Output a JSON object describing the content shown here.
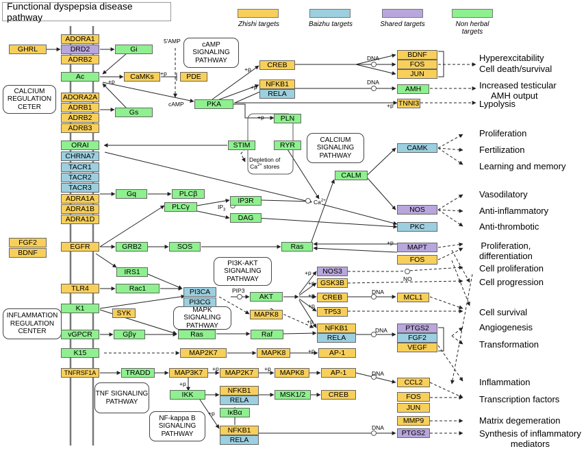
{
  "title": "Functional dyspepsia disease pathway",
  "colors": {
    "zhishi": "#f7cf5a",
    "baizhu": "#9ccfdf",
    "shared": "#b8a6dc",
    "nonherbal": "#8ef08e"
  },
  "legend": [
    {
      "label": "Zhishi targets",
      "color": "#f7cf5a"
    },
    {
      "label": "Baizhu targets",
      "color": "#9ccfdf"
    },
    {
      "label": "Shared targets",
      "color": "#b8a6dc"
    },
    {
      "label": "Non herbal targets",
      "color": "#8ef08e"
    }
  ],
  "pathways": {
    "camp": "cAMP SIGNALING PATHWAY",
    "calcium_center": "CALCIUM REGULATION CETER",
    "calcium_signaling": "CALCIUM SIGNALING PATHWAY",
    "pi3k": "PI3K-AKT SIGNALING PATHWAY",
    "mapk": "MAPK SIGNALING PATHWAY",
    "inflammation": "INFLAMMATION REGULATION CENTER",
    "tnf": "TNF SIGNALING PATHWAY",
    "nfkb": "NF-kappa B SIGNALING PATHWAY"
  },
  "nodes": {
    "ghrl": "GHRL",
    "adora1": "ADORA1",
    "drd2": "DRD2",
    "adrb2a": "ADRB2",
    "gi": "Gi",
    "ac": "Ac",
    "camks": "CaMKs",
    "pde": "PDE",
    "adora2a": "ADORA2A",
    "adrb1": "ADRB1",
    "adrb2b": "ADRB2",
    "adrb3": "ADRB3",
    "gs": "Gs",
    "pka": "PKA",
    "creb1": "CREB",
    "nfkb1a": "NFKB1",
    "rela1": "RELA",
    "bdnf1": "BDNF",
    "fos1": "FOS",
    "jun1": "JUN",
    "amh": "AMH",
    "tnni3": "TNNI3",
    "pln": "PLN",
    "stim": "STIM",
    "ryr": "RYR",
    "orai": "ORAI",
    "chrna7": "CHRNA7",
    "tacr1": "TACR1",
    "tacr2": "TACR2",
    "tacr3": "TACR3",
    "adra1a": "ADRA1A",
    "adra1b": "ADRA1B",
    "adra1d": "ADRA1D",
    "gq": "Gq",
    "plcb": "PLCβ",
    "plcg": "PLCγ",
    "ip3r": "IP3R",
    "dag": "DAG",
    "calm": "CALM",
    "camk": "CAMK",
    "nos": "NOS",
    "pkc": "PKC",
    "fgf2a": "FGF2",
    "bdnf2": "BDNF",
    "egfr": "EGFR",
    "grb2": "GRB2",
    "sos": "SOS",
    "ras1": "Ras",
    "mapt": "MAPT",
    "fos2": "FOS",
    "irs1": "IRS1",
    "tlr4": "TLR4",
    "rac1": "Rac1",
    "pi3ca": "PI3CA",
    "pi3cg": "PI3CG",
    "akt": "AKT",
    "nos3": "NOS3",
    "gsk3b": "GSK3B",
    "creb2": "CREB",
    "mcl1": "MCL1",
    "tp53": "TP53",
    "k1": "K1",
    "syk": "SYK",
    "mapk8a": "MAPK8",
    "ras2": "Ras",
    "raf": "Raf",
    "nfkb1b": "NFKB1",
    "rela2": "RELA",
    "ptgs2a": "PTGS2",
    "fgf2b": "FGF2",
    "vegf": "VEGF",
    "vgpcr": "vGPCR",
    "gby": "Gβγ",
    "k15": "K15",
    "map2k7a": "MAP2K7",
    "mapk8b": "MAPK8",
    "ap1a": "AP-1",
    "tnfrsf1a": "TNFRSF1A",
    "tradd": "TRADD",
    "map3k7": "MAP3K7",
    "map2k7b": "MAP2K7",
    "mapk8c": "MAPK8",
    "ap1b": "AP-1",
    "ikk": "IKK",
    "nfkb1c": "NFKB1",
    "rela3": "RELA",
    "msk12": "MSK1/2",
    "creb3": "CREB",
    "ccl2": "CCL2",
    "fos3": "FOS",
    "jun2": "JUN",
    "mmp9": "MMP9",
    "ikba": "IκBα",
    "nfkb1d": "NFKB1",
    "rela4": "RELA",
    "ptgs2b": "PTGS2"
  },
  "outcomes": {
    "hyper": "Hyperexcitability",
    "death": "Cell death/survival",
    "testic1": "Increased testicular",
    "testic2": "AMH output",
    "lypo": "Lypolysis",
    "prolif1": "Proliferation",
    "fert": "Fertilization",
    "learn": "Learning and memory",
    "vaso": "Vasodilatory",
    "antiinf": "Anti-inflammatory",
    "antithr": "Anti-thrombotic",
    "prolif2a": "Proliferation,",
    "prolif2b": "differentiation",
    "cellprolif": "Cell proliferation",
    "cellprog": "Cell progression",
    "cellsurv": "Cell survival",
    "angio": "Angiogenesis",
    "transf": "Transformation",
    "inflam": "Inflammation",
    "tf": "Transcription factors",
    "matrix": "Matrix degemeration",
    "synth1": "Synthesis of inflammatory",
    "synth2": "mediators"
  },
  "labels": {
    "p": "+p",
    "dna": "DNA",
    "amp5": "5'AMP",
    "camp": "cAMP",
    "ca": "Ca",
    "ca_sup": "2+",
    "ip": "IP",
    "ip_sub": "3",
    "pip3": "PIP3",
    "no": "NO",
    "depletion1": "Depletion of",
    "depletion2": "Ca",
    "depletion3": "stores"
  }
}
